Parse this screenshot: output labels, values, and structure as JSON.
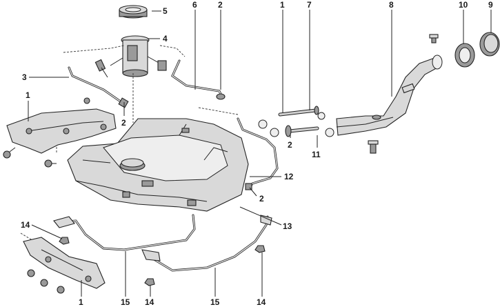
{
  "callouts": {
    "c1_left": "1",
    "c1_center": "1",
    "c1_bottom": "1",
    "c2_top": "2",
    "c2_left": "2",
    "c2_center": "2",
    "c2_tank": "2",
    "c3": "3",
    "c4": "4",
    "c5": "5",
    "c6": "6",
    "c7": "7",
    "c8": "8",
    "c9": "9",
    "c10": "10",
    "c11": "11",
    "c12": "12",
    "c13": "13",
    "c14_left": "14",
    "c14_bottom": "14",
    "c14_right": "14",
    "c15_left": "15",
    "c15_right": "15"
  }
}
